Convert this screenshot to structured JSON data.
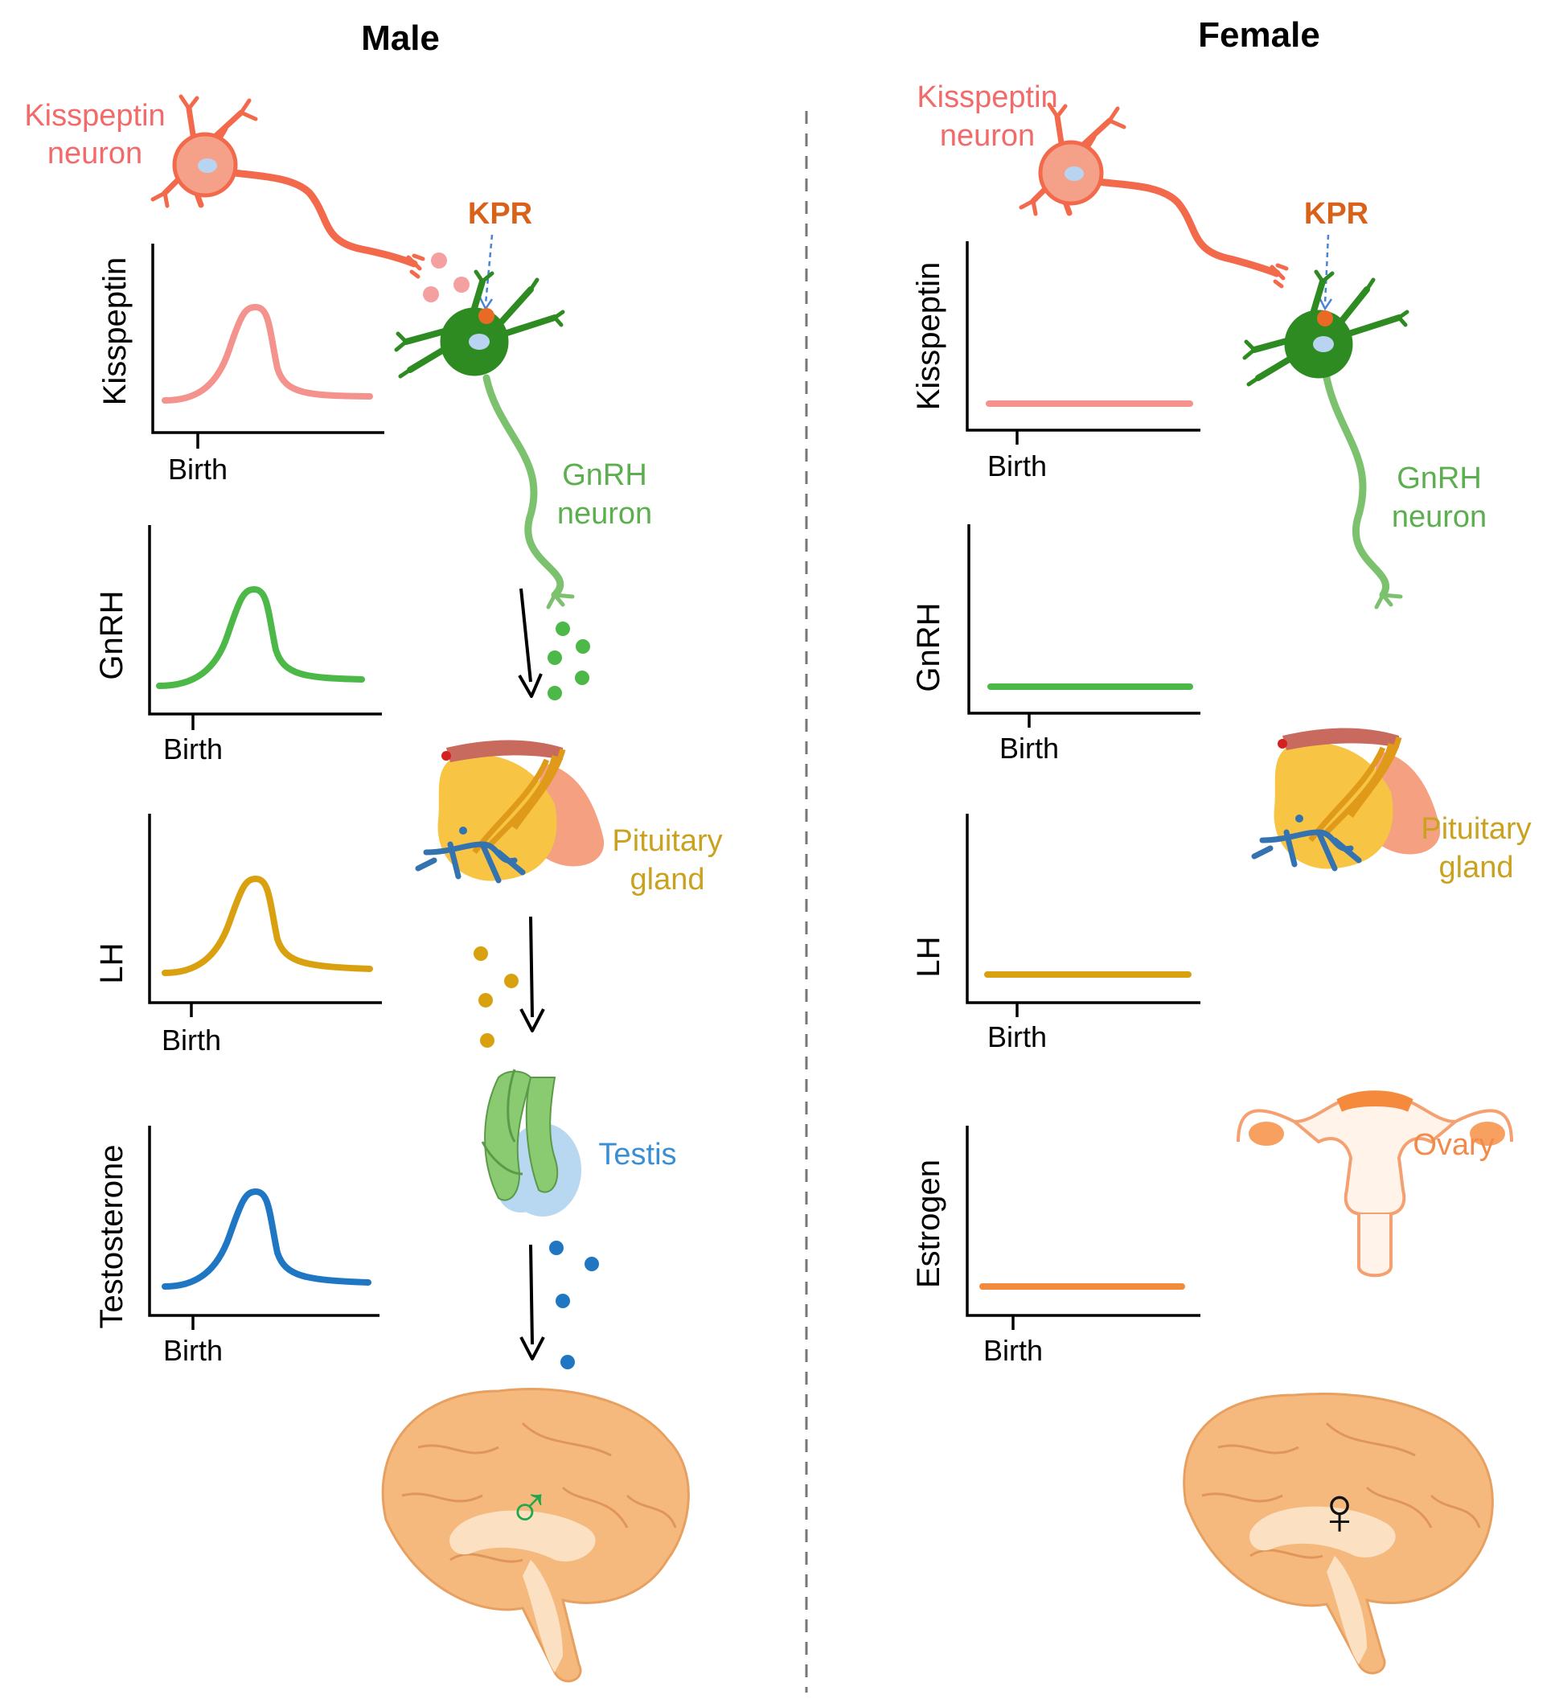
{
  "panels": {
    "male": {
      "title": "Male"
    },
    "female": {
      "title": "Female"
    }
  },
  "labels": {
    "kisspeptin_neuron": [
      "Kisspeptin",
      "neuron"
    ],
    "kpr": "KPR",
    "gnrh_neuron": [
      "GnRH",
      "neuron"
    ],
    "pituitary_gland": [
      "Pituitary",
      "gland"
    ],
    "testis": "Testis",
    "ovary": "Ovary",
    "birth": "Birth",
    "male_symbol": "♂",
    "female_symbol": "♀"
  },
  "colors": {
    "kisspeptin": "#f4928e",
    "gnrh": "#4cb848",
    "lh": "#d9a10f",
    "testosterone": "#1f77c4",
    "estrogen": "#f28a3c",
    "kisspeptin_neuron": "#f26a4b",
    "gnrh_neuron": "#2e8b22",
    "brain": "#f5b97e"
  },
  "chart_data": [
    {
      "type": "line",
      "panel": "Male",
      "ylabel": "Kisspeptin",
      "xlabel": "Birth",
      "shape": "peak after birth"
    },
    {
      "type": "line",
      "panel": "Male",
      "ylabel": "GnRH",
      "xlabel": "Birth",
      "shape": "peak after birth"
    },
    {
      "type": "line",
      "panel": "Male",
      "ylabel": "LH",
      "xlabel": "Birth",
      "shape": "peak after birth"
    },
    {
      "type": "line",
      "panel": "Male",
      "ylabel": "Testosterone",
      "xlabel": "Birth",
      "shape": "peak after birth"
    },
    {
      "type": "line",
      "panel": "Female",
      "ylabel": "Kisspeptin",
      "xlabel": "Birth",
      "shape": "flat"
    },
    {
      "type": "line",
      "panel": "Female",
      "ylabel": "GnRH",
      "xlabel": "Birth",
      "shape": "flat"
    },
    {
      "type": "line",
      "panel": "Female",
      "ylabel": "LH",
      "xlabel": "Birth",
      "shape": "flat"
    },
    {
      "type": "line",
      "panel": "Female",
      "ylabel": "Estrogen",
      "xlabel": "Birth",
      "shape": "flat"
    }
  ]
}
